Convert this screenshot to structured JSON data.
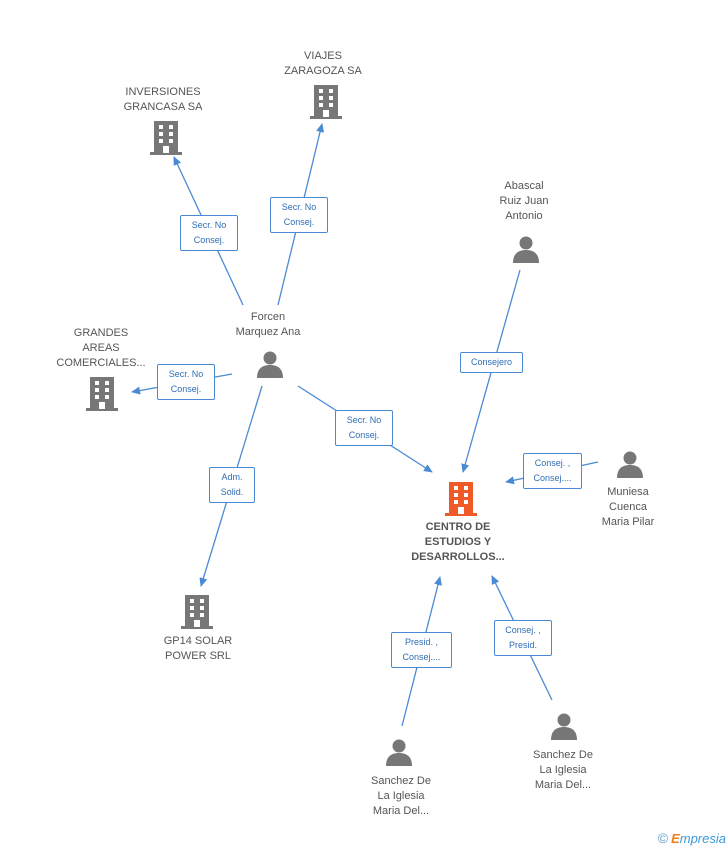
{
  "colors": {
    "edge": "#4a8ad4",
    "building": "#777777",
    "center": "#f05a28",
    "person": "#777777"
  },
  "nodes": {
    "inversiones": "INVERSIONES\nGRANCASA SA",
    "viajes": "VIAJES\nZARAGOZA SA",
    "abascal": "Abascal\nRuiz Juan\nAntonio",
    "forcen": "Forcen\nMarquez Ana",
    "grandes": "GRANDES\nAREAS\nCOMERCIALES...",
    "center": "CENTRO DE\nESTUDIOS Y\nDESARROLLOS...",
    "muniesa": "Muniesa\nCuenca\nMaria Pilar",
    "gp14": "GP14 SOLAR\nPOWER SRL",
    "sanchez1": "Sanchez De\nLa Iglesia\nMaria Del...",
    "sanchez2": "Sanchez De\nLa Iglesia\nMaria Del..."
  },
  "relations": {
    "r_inversiones": "Secr.  No\nConsej.",
    "r_viajes": "Secr.  No\nConsej.",
    "r_grandes": "Secr.  No\nConsej.",
    "r_center_forcen": "Secr.  No\nConsej.",
    "r_abascal": "Consejero",
    "r_muniesa": "Consej. ,\nConsej....",
    "r_gp14": "Adm.\nSolid.",
    "r_sanchez1": "Presid. ,\nConsej....",
    "r_sanchez2": "Consej. ,\nPresid."
  },
  "icons": {
    "building": "building-icon",
    "person": "person-icon"
  },
  "brand": {
    "copyright": "©",
    "name_first": "E",
    "name_rest": "mpresia"
  }
}
